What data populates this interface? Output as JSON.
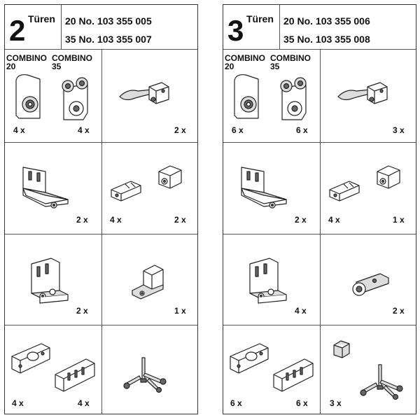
{
  "left": {
    "count": "2",
    "label": "Türen",
    "code1": "20 No. 103 355 005",
    "code2": "35 No. 103 355 007",
    "combino20": "COMBINO\n20",
    "combino35": "COMBINO\n35",
    "q_r1_c20": "4 x",
    "q_r1_c35": "4 x",
    "q_r1_right": "2 x",
    "q_r2_left": "2 x",
    "q_r2_right_a": "4 x",
    "q_r2_right_b": "2 x",
    "q_r3_left": "2 x",
    "q_r3_right": "1 x",
    "q_r4_a": "4 x",
    "q_r4_b": "4 x"
  },
  "right": {
    "count": "3",
    "label": "Türen",
    "code1": "20 No. 103 355 006",
    "code2": "35 No. 103 355 008",
    "combino20": "COMBINO\n20",
    "combino35": "COMBINO\n35",
    "q_r1_c20": "6 x",
    "q_r1_c35": "6 x",
    "q_r1_right": "3 x",
    "q_r2_left": "2 x",
    "q_r2_right_a": "4 x",
    "q_r2_right_b": "1 x",
    "q_r3_left": "4 x",
    "q_r3_right": "2 x",
    "q_r4_a": "6 x",
    "q_r4_b": "6 x",
    "q_r4_c": "3 x"
  }
}
